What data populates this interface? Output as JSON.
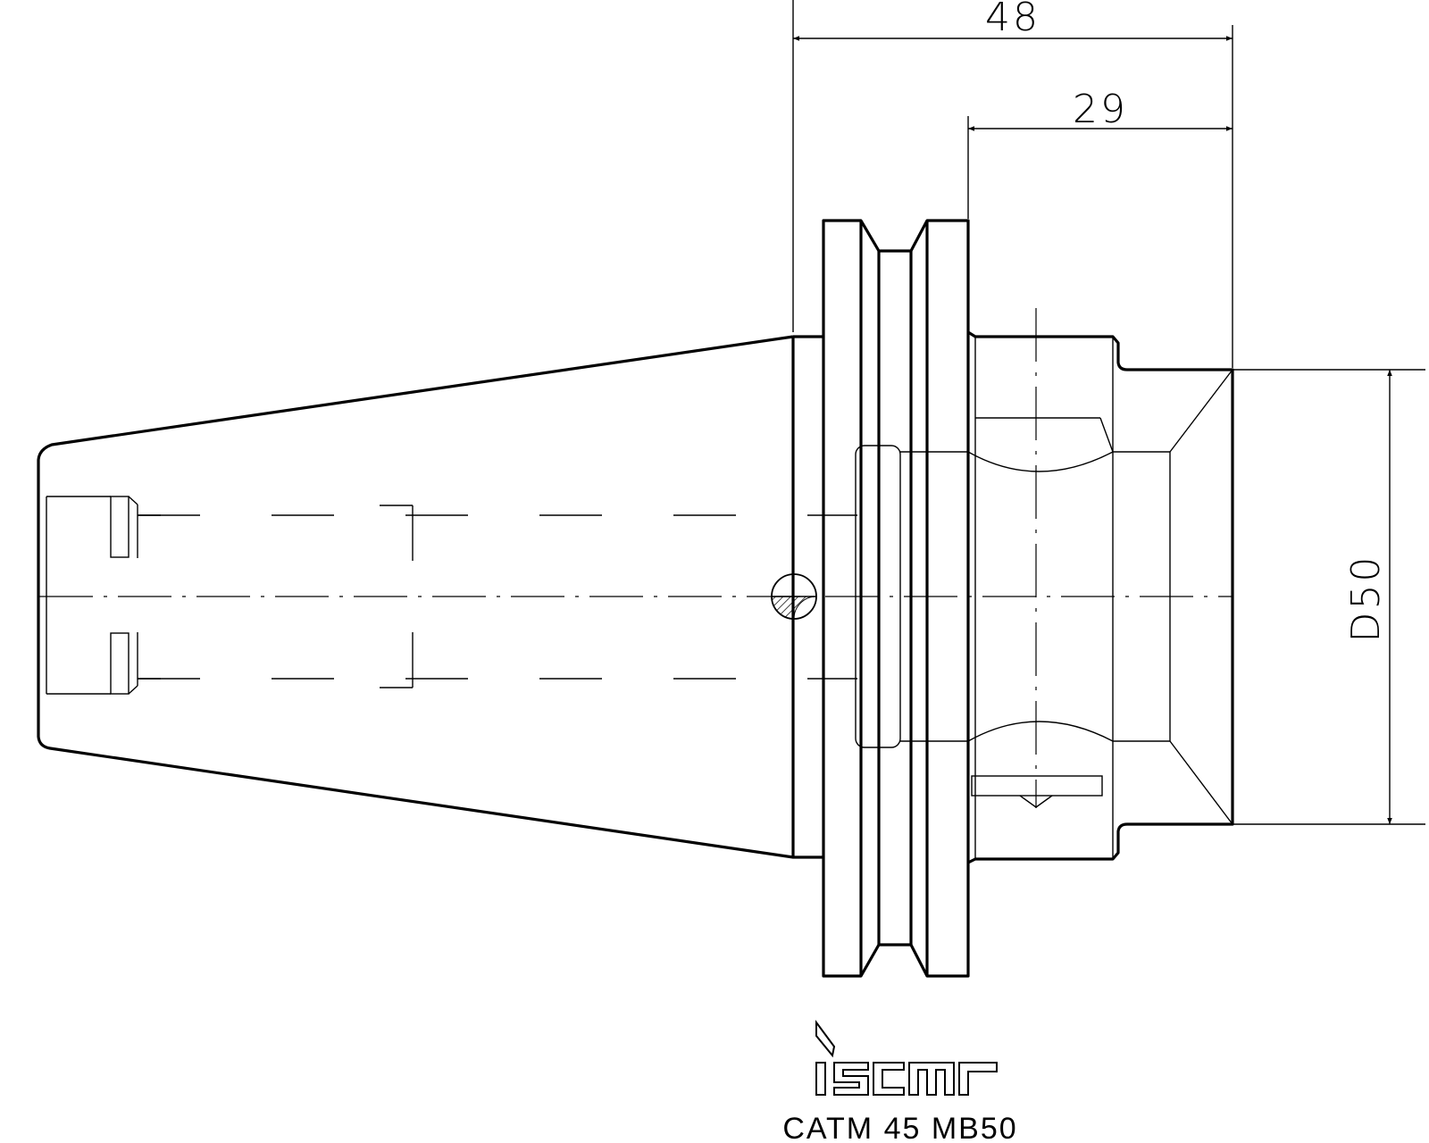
{
  "dimensions": {
    "overall_length": "48",
    "flange_to_end": "29",
    "diameter": "D50"
  },
  "logo": {
    "brand": "iscar"
  },
  "part_number": {
    "text": "CATM 45 MB50"
  },
  "colors": {
    "line": "#000000",
    "background": "#ffffff"
  }
}
